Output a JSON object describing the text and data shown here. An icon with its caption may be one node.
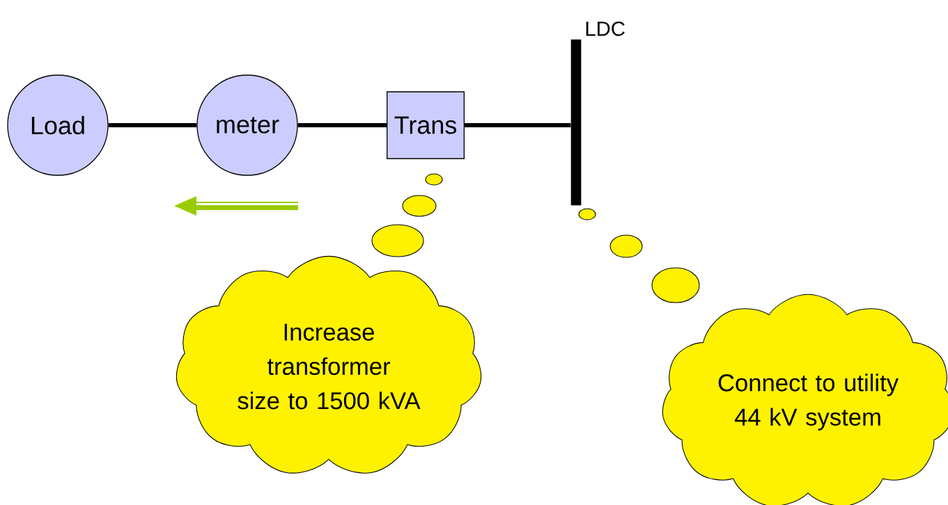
{
  "diagram": {
    "nodes": [
      {
        "text": [
          "Load"
        ]
      },
      {
        "text": [
          "meter"
        ]
      },
      {
        "text": [
          "Trans"
        ]
      },
      {
        "text": [
          "LDC"
        ]
      },
      {
        "text": [
          "Increase transformer size to 1500 kVA"
        ]
      },
      {
        "text": [
          "Connect to utility 44 kV system"
        ]
      }
    ],
    "edges": [
      {
        "from": 0,
        "to": 1,
        "arrow": "none"
      },
      {
        "from": 1,
        "to": 2,
        "arrow": "none"
      },
      {
        "from": 2,
        "to": 3,
        "arrow": "none"
      }
    ]
  }
}
